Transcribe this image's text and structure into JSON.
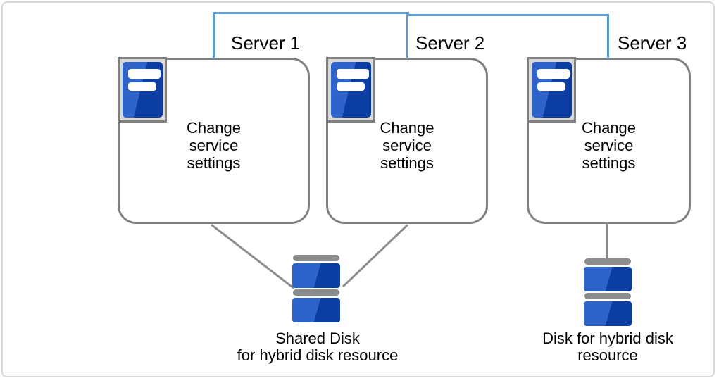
{
  "diagram": {
    "servers": [
      {
        "label": "Server 1",
        "body": [
          "Change",
          "service",
          "settings"
        ]
      },
      {
        "label": "Server 2",
        "body": [
          "Change",
          "service",
          "settings"
        ]
      },
      {
        "label": "Server 3",
        "body": [
          "Change",
          "service",
          "settings"
        ]
      }
    ],
    "disks": [
      {
        "caption": [
          "Shared Disk",
          "for hybrid disk resource"
        ]
      },
      {
        "caption": [
          "Disk for hybrid disk",
          "resource"
        ]
      }
    ],
    "colors": {
      "network_line": "#5B9BD5",
      "storage_line": "#8C8C8C",
      "box_border": "#808080",
      "icon_plate": "#D9D9D9",
      "blue_light": "#2E63C9",
      "blue_dark": "#0C3DA3",
      "frame_border": "#D9D9D9",
      "text": "#000000"
    }
  }
}
